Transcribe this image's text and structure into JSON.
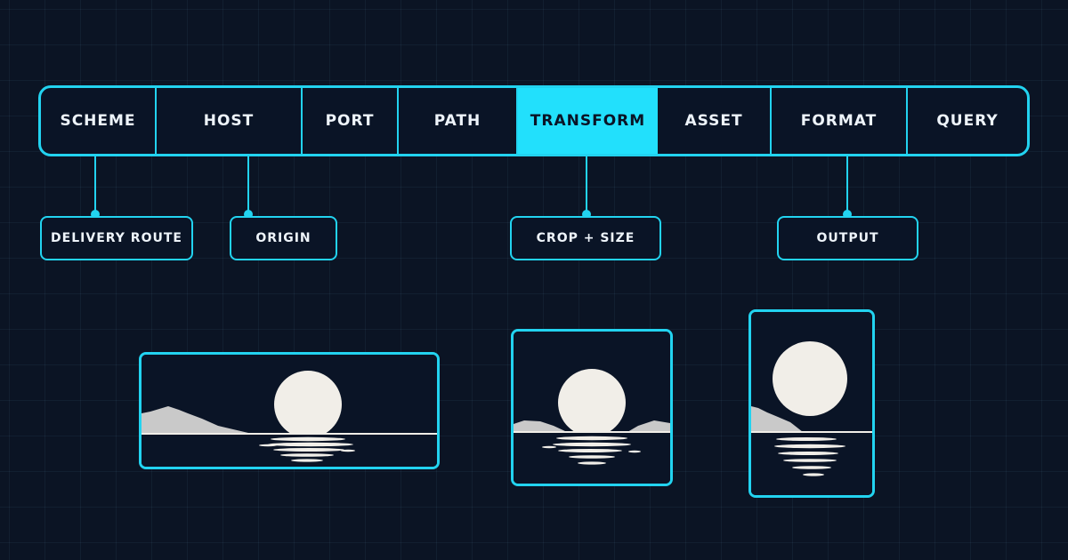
{
  "url_segments": [
    {
      "label": "SCHEME",
      "active": false
    },
    {
      "label": "HOST",
      "active": false
    },
    {
      "label": "PORT",
      "active": false
    },
    {
      "label": "PATH",
      "active": false
    },
    {
      "label": "TRANSFORM",
      "active": true
    },
    {
      "label": "ASSET",
      "active": false
    },
    {
      "label": "FORMAT",
      "active": false
    },
    {
      "label": "QUERY",
      "active": false
    }
  ],
  "callouts": [
    {
      "label": "DELIVERY ROUTE",
      "segment": "SCHEME"
    },
    {
      "label": "ORIGIN",
      "segment": "HOST"
    },
    {
      "label": "CROP + SIZE",
      "segment": "TRANSFORM"
    },
    {
      "label": "OUTPUT",
      "segment": "FORMAT"
    }
  ],
  "previews": [
    {
      "name": "wide",
      "shape": "landscape"
    },
    {
      "name": "square",
      "shape": "square"
    },
    {
      "name": "tall",
      "shape": "portrait"
    }
  ],
  "colors": {
    "accent": "#22d3f0",
    "accent_fill": "#22e0fc",
    "background": "#0b1424",
    "panel": "#0a1426",
    "text": "#eef4fa",
    "moon": "#f1eee8",
    "mountain": "#c9c9c9"
  }
}
